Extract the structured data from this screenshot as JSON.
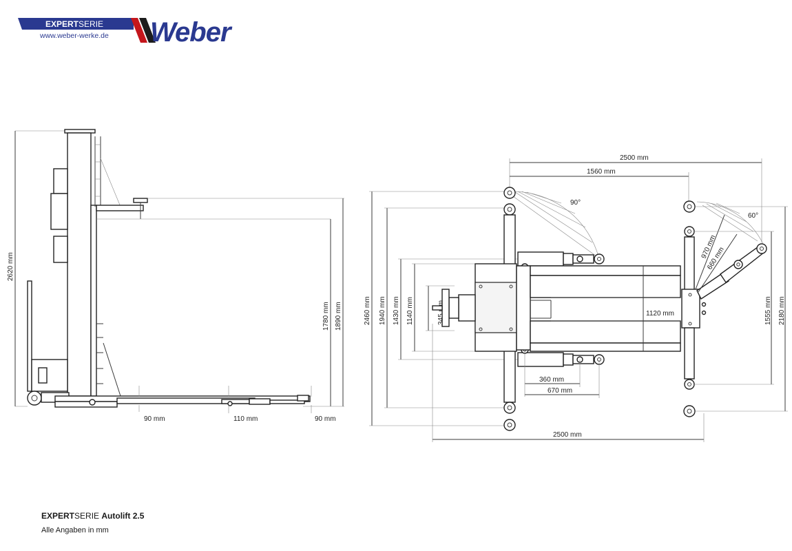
{
  "brand": {
    "series_bold": "EXPERT",
    "series_light": "SERIE",
    "url": "www.weber-werke.de",
    "name": "Weber",
    "color_blue": "#2a3990",
    "color_red": "#c4161c",
    "color_dark": "#1c1c1c"
  },
  "side_view": {
    "height_total": "2620 mm",
    "height_lift_1": "1780 mm",
    "height_lift_2": "1890 mm",
    "gap_1": "90 mm",
    "gap_2": "110 mm",
    "gap_3": "90 mm"
  },
  "top_view": {
    "width_top_total": "2500 mm",
    "width_top_inner": "1560  mm",
    "angle_left": "90°",
    "angle_right": "60°",
    "arm_long": "970 mm",
    "arm_short": "660 mm",
    "height_2460": "2460 mm",
    "height_1940": "1940 mm",
    "height_1430": "1430 mm",
    "height_1140": "1140 mm",
    "height_345": "345 mm",
    "width_1120": "1120 mm",
    "width_360": "360 mm",
    "width_670": "670 mm",
    "width_bottom_total": "2500 mm",
    "height_1555": "1555 mm",
    "height_2180": "2180 mm"
  },
  "footer": {
    "series_bold": "EXPERT",
    "series_light": "SERIE",
    "model": "Autolift 2.5",
    "note": "Alle Angaben in mm"
  }
}
